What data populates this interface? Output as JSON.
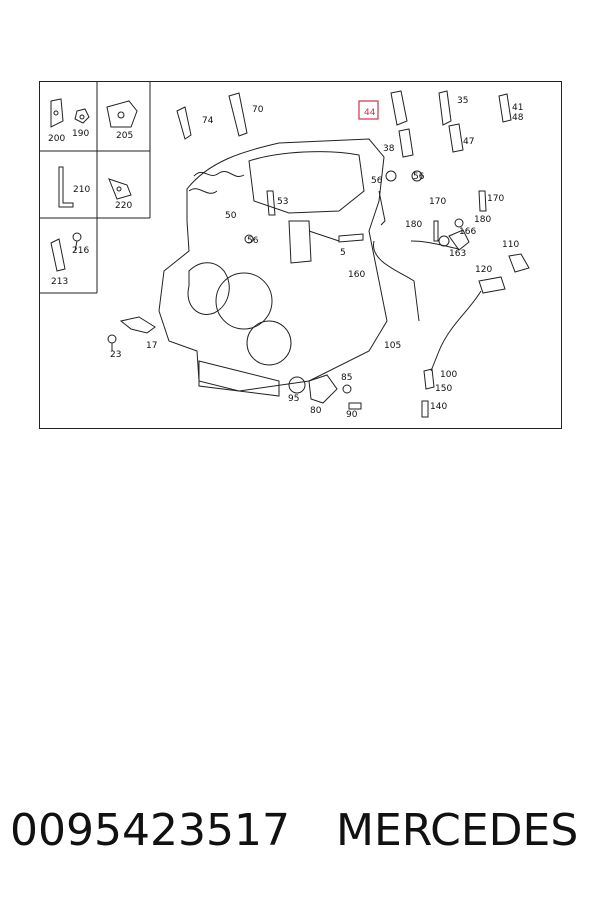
{
  "diagram": {
    "labels": {
      "l200": "200",
      "l190": "190",
      "l205": "205",
      "l210": "210",
      "l220": "220",
      "l216": "216",
      "l213": "213",
      "l74": "74",
      "l70": "70",
      "l53": "53",
      "l50": "50",
      "l56a": "56",
      "l5": "5",
      "l44": "44",
      "l35": "35",
      "l41": "41",
      "l48": "48",
      "l38": "38",
      "l47": "47",
      "l56b": "56",
      "l56c": "56",
      "l170a": "170",
      "l170b": "170",
      "l180a": "180",
      "l180b": "180",
      "l166": "166",
      "l163": "163",
      "l110": "110",
      "l160": "160",
      "l120": "120",
      "l105": "105",
      "l100": "100",
      "l150": "150",
      "l140": "140",
      "l23": "23",
      "l17": "17",
      "l95": "95",
      "l80": "80",
      "l85": "85",
      "l90": "90"
    },
    "highlight_color": "#d0324b"
  },
  "caption": {
    "part_number": "0095423517",
    "brand": "MERCEDES"
  }
}
